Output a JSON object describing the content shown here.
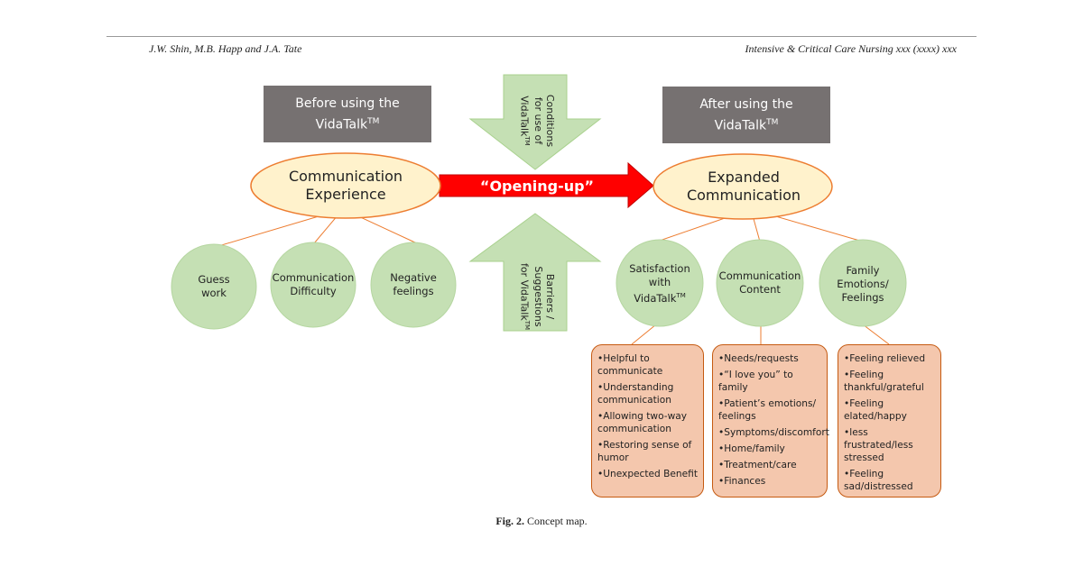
{
  "header": {
    "authors": "J.W. Shin, M.B. Happ and J.A. Tate",
    "journal": "Intensive & Critical Care Nursing xxx (xxxx) xxx"
  },
  "diagram": {
    "before_label": "Before using the",
    "before_label_2": "VidaTalk",
    "after_label": "After using the",
    "after_label_2": "VidaTalk",
    "tm": "TM",
    "left_oval": [
      "Communication",
      "Experience"
    ],
    "right_oval": [
      "Expanded",
      "Communication"
    ],
    "arrow_label": "“Opening-up”",
    "top_arrow": [
      "Conditions",
      "for use of",
      "VidaTalk"
    ],
    "bottom_arrow": [
      "Barriers /",
      "Suggestions",
      "for VidaTalk"
    ],
    "left_circles": [
      [
        "Guess",
        "work"
      ],
      [
        "Communication",
        "Difficulty"
      ],
      [
        "Negative",
        "feelings"
      ]
    ],
    "right_circles": [
      [
        "Satisfaction",
        "with",
        "VidaTalk"
      ],
      [
        "Communication",
        "Content"
      ],
      [
        "Family",
        "Emotions/",
        "Feelings"
      ]
    ],
    "lists": [
      [
        "•Helpful to communicate",
        "•Understanding communication",
        "•Allowing two-way communication",
        "•Restoring sense of humor",
        "•Unexpected Benefit"
      ],
      [
        "•Needs/requests",
        "•“I love you” to family",
        "•Patient’s emotions/ feelings",
        "•Symptoms/discomfort",
        "•Home/family",
        "•Treatment/care",
        "•Finances"
      ],
      [
        "•Feeling relieved",
        "•Feeling thankful/grateful",
        "•Feeling elated/happy",
        "•less frustrated/less stressed",
        "•Feeling sad/distressed"
      ]
    ],
    "colors": {
      "oval_fill": "#fff2cc",
      "oval_stroke": "#ed7d31",
      "circle_fill": "#c5e0b4",
      "arrow_green": "#c5e0b4",
      "red_arrow": "#ff0000",
      "gray_box": "#767171",
      "list_fill": "#f4c7ad",
      "list_stroke": "#c55a11"
    }
  },
  "caption": {
    "fig": "Fig. 2.",
    "text": "Concept map."
  }
}
